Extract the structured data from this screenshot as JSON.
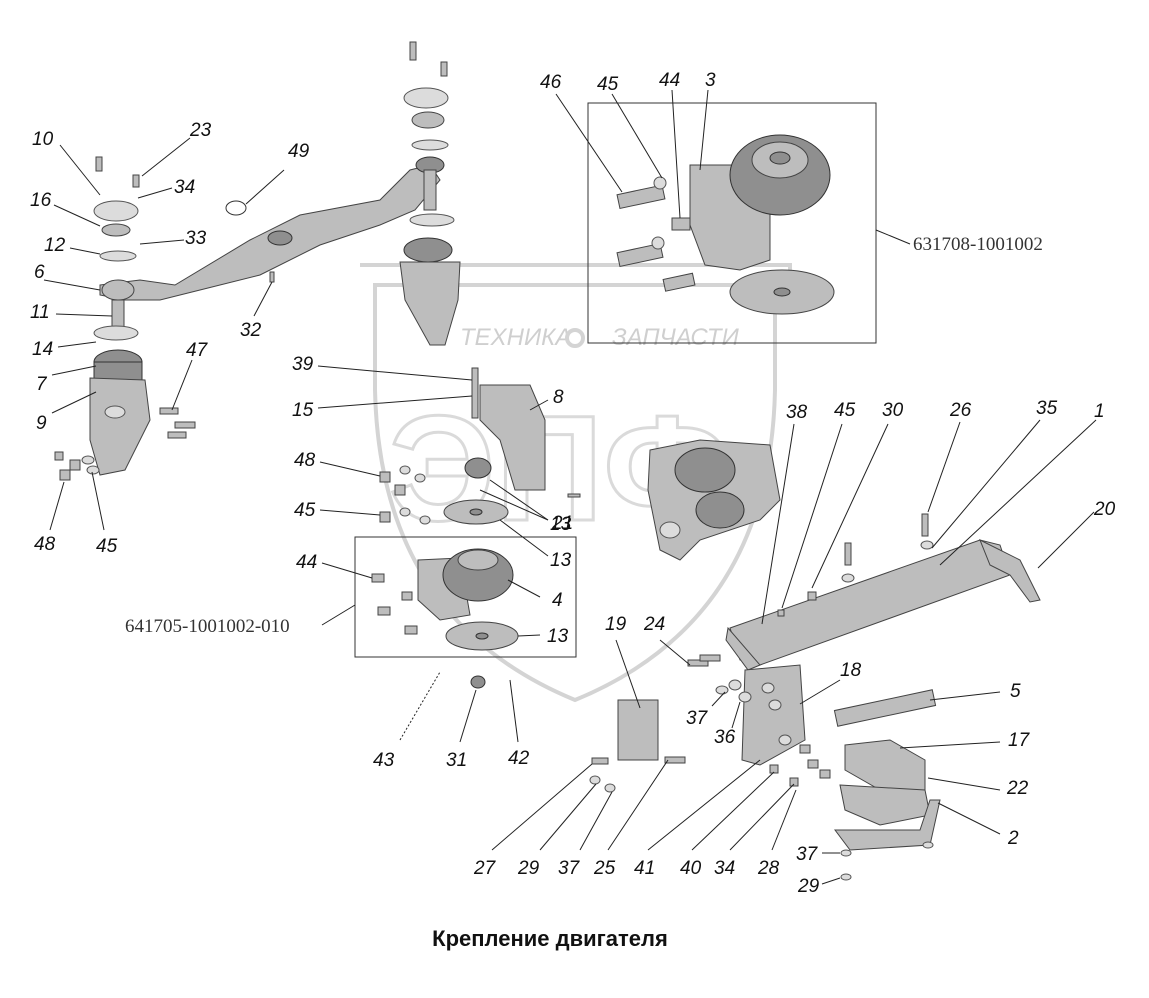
{
  "title": "Крепление двигателя",
  "watermark": {
    "left_word": "ТЕХНИКА",
    "right_word": "ЗАПЧАСТИ",
    "logo_letters": "ЭПФ"
  },
  "assembly_codes": {
    "upper": "631708-1001002",
    "lower": "641705-1001002-010"
  },
  "callouts": [
    "1",
    "2",
    "3",
    "4",
    "5",
    "6",
    "7",
    "8",
    "9",
    "10",
    "11",
    "12",
    "13",
    "13",
    "13",
    "14",
    "15",
    "16",
    "17",
    "18",
    "19",
    "20",
    "21",
    "22",
    "23",
    "24",
    "25",
    "26",
    "27",
    "28",
    "29",
    "29",
    "30",
    "31",
    "32",
    "33",
    "34",
    "34",
    "35",
    "36",
    "37",
    "37",
    "37",
    "38",
    "39",
    "40",
    "41",
    "42",
    "43",
    "44",
    "44",
    "45",
    "45",
    "45",
    "45",
    "46",
    "47",
    "48",
    "48",
    "49"
  ]
}
